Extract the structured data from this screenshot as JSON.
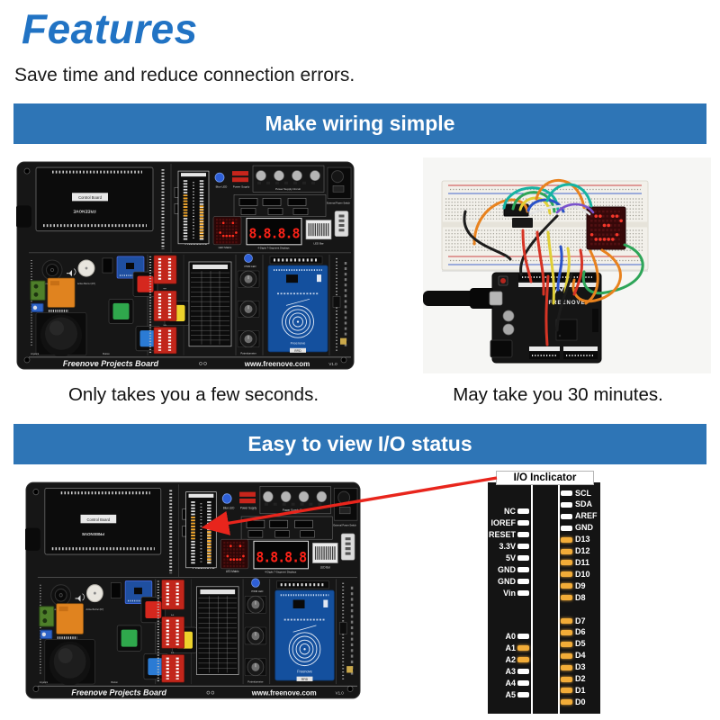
{
  "page": {
    "title": "Features",
    "subtitle": "Save time and reduce connection errors.",
    "banner_wiring": "Make wiring simple",
    "banner_io": "Easy to view I/O status",
    "caption_board": "Only takes you a few seconds.",
    "caption_breadboard": "May take you 30 minutes."
  },
  "colors": {
    "title_blue": "#2173C4",
    "banner_blue": "#2E75B6",
    "arrow_red": "#E8251C",
    "io_led_on": "#F2AC38",
    "io_led_off": "#FFFFFF"
  },
  "board": {
    "name": "Freenove Projects Board",
    "website": "www.freenove.com",
    "version": "V1.0",
    "brand": "FREENOVE",
    "rfid_brand": "Freenove",
    "control_board_label": "Control Board",
    "seven_segment_value": "8.8.8.8",
    "module_labels": [
      "Blue LED",
      "Power Supply",
      "Power Supply Circuit",
      "External Power Switch",
      "LED Matrix",
      "4-Digits 7-Segment Displays",
      "LED Bar",
      "PWM LED",
      "Potentiometer",
      "RFID",
      "Joystick",
      "Button",
      "Freenove Buzzer (D8)",
      "Active Buzzer (D7)"
    ]
  },
  "breadboard_figure": {
    "brand": "FREENOVE"
  },
  "io_indicator": {
    "title": "I/O Inclicator",
    "left_pins": [
      {
        "label": "NC",
        "on": false
      },
      {
        "label": "IOREF",
        "on": false
      },
      {
        "label": "RESET",
        "on": false
      },
      {
        "label": "3.3V",
        "on": false
      },
      {
        "label": "5V",
        "on": false
      },
      {
        "label": "GND",
        "on": false
      },
      {
        "label": "GND",
        "on": false
      },
      {
        "label": "Vin",
        "on": false
      },
      {
        "label": "A0",
        "on": false
      },
      {
        "label": "A1",
        "on": true
      },
      {
        "label": "A2",
        "on": true
      },
      {
        "label": "A3",
        "on": false
      },
      {
        "label": "A4",
        "on": false
      },
      {
        "label": "A5",
        "on": false
      }
    ],
    "right_pins": [
      {
        "label": "SCL",
        "on": false
      },
      {
        "label": "SDA",
        "on": false
      },
      {
        "label": "AREF",
        "on": false
      },
      {
        "label": "GND",
        "on": false
      },
      {
        "label": "D13",
        "on": true
      },
      {
        "label": "D12",
        "on": true
      },
      {
        "label": "D11",
        "on": true
      },
      {
        "label": "D10",
        "on": true
      },
      {
        "label": "D9",
        "on": true
      },
      {
        "label": "D8",
        "on": true
      },
      {
        "label": "D7",
        "on": true
      },
      {
        "label": "D6",
        "on": true
      },
      {
        "label": "D5",
        "on": true
      },
      {
        "label": "D4",
        "on": true
      },
      {
        "label": "D3",
        "on": true
      },
      {
        "label": "D2",
        "on": true
      },
      {
        "label": "D1",
        "on": true
      },
      {
        "label": "D0",
        "on": true
      }
    ]
  }
}
